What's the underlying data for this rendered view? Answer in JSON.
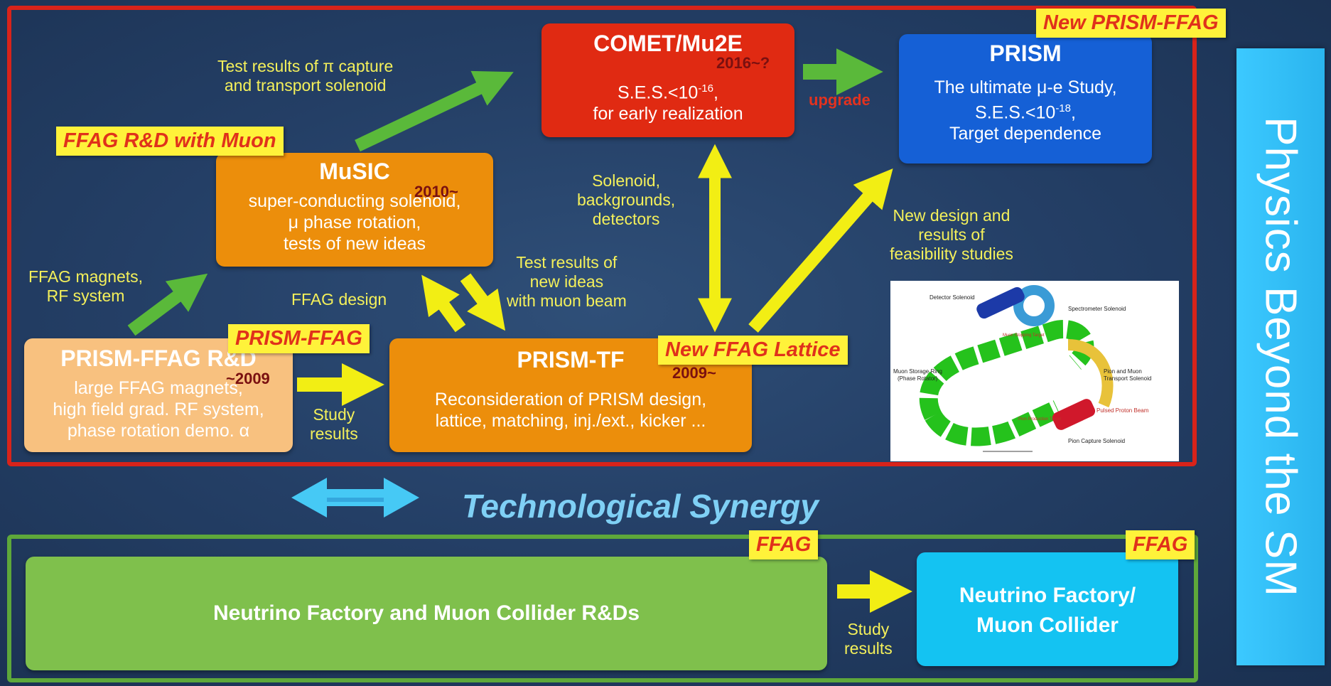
{
  "boxes": {
    "comet": {
      "title": "COMET/Mu2E",
      "year": "2016~?",
      "line1": "S.E.S.<10",
      "exp1": "-16",
      "line1_end": ",",
      "line2": "for early realization"
    },
    "prism": {
      "title": "PRISM",
      "line1": "The ultimate μ-e Study,",
      "line2": "S.E.S.<10",
      "exp2": "-18",
      "line2_end": ",",
      "line3": "Target dependence"
    },
    "music": {
      "title": "MuSIC",
      "year": "2010~",
      "line1": "super-conducting solenoid,",
      "line2": "μ phase rotation,",
      "line3": "tests of new ideas"
    },
    "prism_ffag_rd": {
      "title": "PRISM-FFAG R&D",
      "year": "~2009",
      "line1": "large FFAG magnets,",
      "line2": "high field grad. RF system,",
      "line3": "phase rotation demo. α"
    },
    "prism_tf": {
      "title": "PRISM-TF",
      "year": "2009~",
      "line1": "Reconsideration of PRISM design,",
      "line2": "lattice, matching, inj./ext., kicker ..."
    },
    "nf_rd": {
      "title": "Neutrino Factory and Muon Collider R&Ds"
    },
    "nf_mc": {
      "line1": "Neutrino Factory/",
      "line2": "Muon Collider"
    }
  },
  "tags": {
    "new_prism_ffag": "New PRISM-FFAG",
    "ffag_rd_muon": "FFAG R&D with Muon",
    "prism_ffag": "PRISM-FFAG",
    "new_ffag_lattice": "New FFAG Lattice",
    "ffag_left": "FFAG",
    "ffag_right": "FFAG"
  },
  "labels": {
    "test_pi_1": "Test results of π capture",
    "test_pi_2": "and transport solenoid",
    "upgrade": "upgrade",
    "solenoid_1": "Solenoid,",
    "solenoid_2": "backgrounds,",
    "solenoid_3": "detectors",
    "new_design_1": "New design and",
    "new_design_2": "results of",
    "new_design_3": "feasibility studies",
    "test_new_1": "Test results of",
    "test_new_2": "new ideas",
    "test_new_3": "with muon beam",
    "ffag_design": "FFAG design",
    "ffag_magnets_1": "FFAG magnets,",
    "ffag_magnets_2": "RF system",
    "study_1": "Study",
    "study_1b": "results",
    "study_2": "Study",
    "study_2b": "results"
  },
  "synergy": "Technological Synergy",
  "side_banner": "Physics Beyond the SM",
  "figure": {
    "detector_solenoid": "Detector Solenoid",
    "spectrometer_solenoid": "Spectrometer Solenoid",
    "muon_stopping_target": "Muon Stopping Target",
    "muon_storage_ring": "Muon Storage Ring",
    "phase_rotator": "(Phase Rotator)",
    "pion_muon_1": "Pion and Muon",
    "pion_muon_2": "Transport Solenoid",
    "pulsed_proton_beam": "Pulsed Proton Beam",
    "pion_production_target": "Pion Production Target",
    "pion_capture_solenoid": "Pion Capture Solenoid"
  },
  "colors": {
    "red_frame": "#d8231a",
    "green_frame": "#5ea83a",
    "comet_box": "#e02a12",
    "prism_box": "#1560d6",
    "orange_box": "#ec8e0b",
    "light_orange_box": "#f8c17f",
    "green_box": "#7fc04c",
    "cyan_box": "#14c3f2",
    "tag_bg": "#fff23a",
    "tag_text": "#e0311b",
    "yellow_arrow": "#f2ee14",
    "green_arrow": "#5ab93a"
  }
}
